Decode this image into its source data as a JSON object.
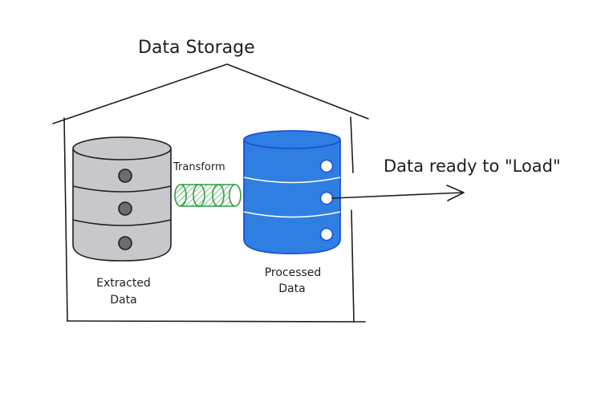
{
  "diagram": {
    "title": "Data Storage",
    "transform_label": "Transform",
    "extracted_label_line1": "Extracted",
    "extracted_label_line2": "Data",
    "processed_label_line1": "Processed",
    "processed_label_line2": "Data",
    "output_label": "Data ready to \"Load\""
  },
  "colors": {
    "stroke": "#1e1e1e",
    "extracted_fill": "#c8c8cc",
    "processed_fill": "#2f7fe3",
    "processed_stroke": "#1d4fd8",
    "pipe_stroke": "#2f9e44",
    "pipe_fill": "#b2f2bb",
    "background": "#ffffff"
  }
}
